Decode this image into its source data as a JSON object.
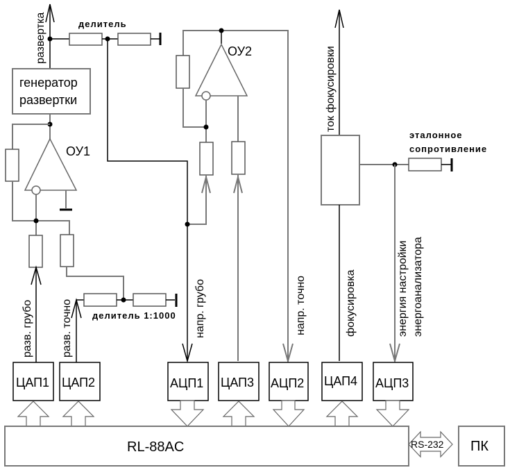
{
  "diagram": {
    "title": "Схема управления энергоанализатором",
    "blocks": {
      "generator": [
        "генератор",
        "развертки"
      ],
      "opamp1": "ОУ1",
      "opamp2": "ОУ2",
      "focus_block": "",
      "controller": "RL-88AC",
      "pc": "ПК",
      "interface": "RS-232",
      "converters": [
        "ЦАП1",
        "ЦАП2",
        "АЦП1",
        "ЦАП3",
        "АЦП2",
        "ЦАП4",
        "АЦП3"
      ]
    },
    "labels": {
      "sweep": "развертка",
      "divider": "делитель",
      "divider_1000": "делитель 1:1000",
      "sweep_coarse": "разв. грубо",
      "sweep_fine": "разв. точно",
      "voltage_coarse": "напр. грубо",
      "voltage_fine": "напр. точно",
      "focus_current": "ток фокусировки",
      "focusing": "фокусировка",
      "reference_resistor": [
        "эталонное",
        "сопротивление"
      ],
      "analyzer_energy": [
        "энергия настройки",
        "энергоанализатора"
      ]
    }
  }
}
